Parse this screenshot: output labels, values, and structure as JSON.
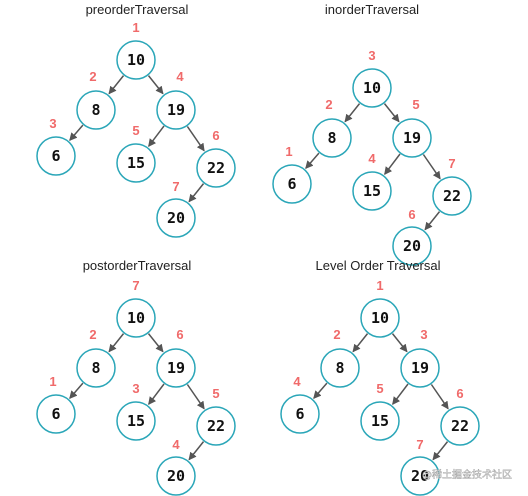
{
  "colors": {
    "node_stroke": "#2aa6b8",
    "order_label": "#f06a6a",
    "edge": "#555555"
  },
  "tree": {
    "nodes": [
      {
        "id": "n10",
        "value": "10"
      },
      {
        "id": "n8",
        "value": "8"
      },
      {
        "id": "n19",
        "value": "19"
      },
      {
        "id": "n6",
        "value": "6"
      },
      {
        "id": "n15",
        "value": "15"
      },
      {
        "id": "n22",
        "value": "22"
      },
      {
        "id": "n20",
        "value": "20"
      }
    ],
    "edges": [
      [
        "n10",
        "n8"
      ],
      [
        "n10",
        "n19"
      ],
      [
        "n8",
        "n6"
      ],
      [
        "n19",
        "n15"
      ],
      [
        "n19",
        "n22"
      ],
      [
        "n22",
        "n20"
      ]
    ]
  },
  "panels": [
    {
      "title": "preorderTraversal",
      "order": {
        "n10": "1",
        "n8": "2",
        "n6": "3",
        "n19": "4",
        "n15": "5",
        "n22": "6",
        "n20": "7"
      }
    },
    {
      "title": "inorderTraversal",
      "order": {
        "n10": "3",
        "n8": "2",
        "n6": "1",
        "n19": "5",
        "n15": "4",
        "n22": "7",
        "n20": "6"
      }
    },
    {
      "title": "postorderTraversal",
      "order": {
        "n10": "7",
        "n8": "2",
        "n6": "1",
        "n19": "6",
        "n15": "3",
        "n22": "5",
        "n20": "4"
      }
    },
    {
      "title": "Level Order Traversal",
      "order": {
        "n10": "1",
        "n8": "2",
        "n6": "4",
        "n19": "3",
        "n15": "5",
        "n22": "6",
        "n20": "7"
      }
    }
  ],
  "watermark": "@稀土掘金技术社区"
}
